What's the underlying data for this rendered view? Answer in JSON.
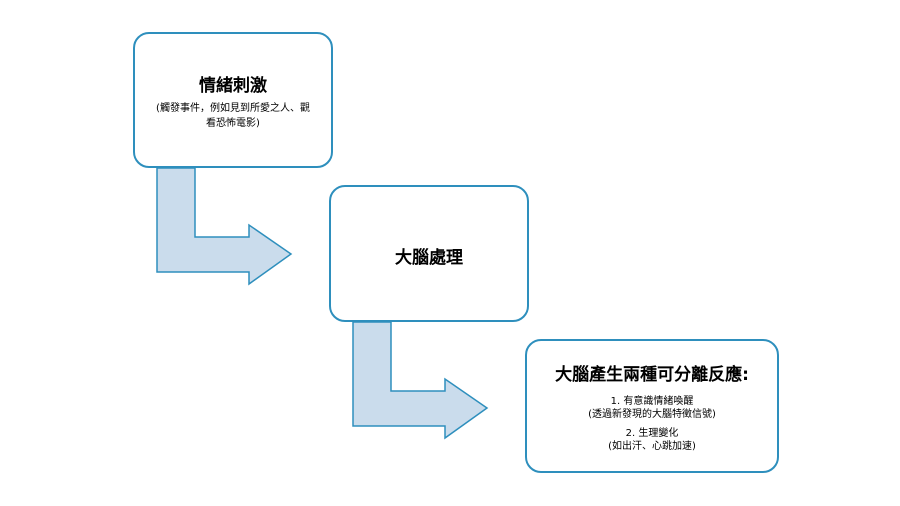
{
  "colors": {
    "box_border": "#2e8fbd",
    "arrow_fill": "#cadcec",
    "arrow_stroke": "#2e8fbd"
  },
  "step1": {
    "title": "情緒刺激",
    "description": "(觸發事件，例如見到所愛之人、觀看恐怖電影)"
  },
  "step2": {
    "title": "大腦處理"
  },
  "step3": {
    "title": "大腦產生兩種可分離反應:",
    "item1_label": "1. 有意識情緒喚醒",
    "item1_detail": "(透過新發現的大腦特徵信號)",
    "item2_label": "2. 生理變化",
    "item2_detail": "(如出汗、心跳加速)"
  }
}
